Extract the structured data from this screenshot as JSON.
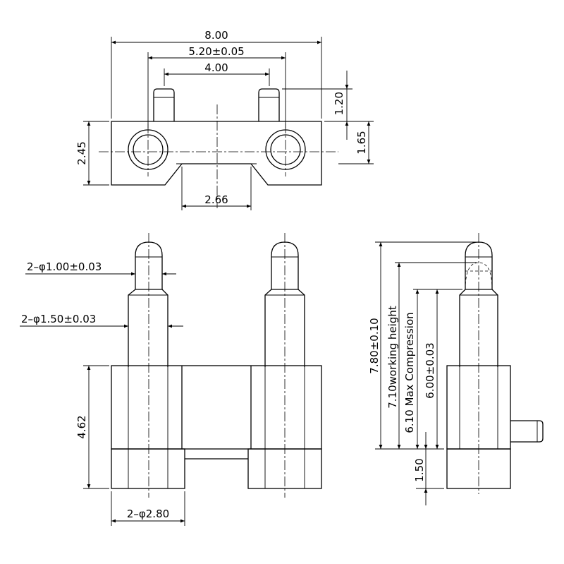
{
  "top_view": {
    "overall_width": "8.00",
    "pin_spacing": "5.20±0.05",
    "inner_spacing": "4.00",
    "pin_protrusion": "1.20",
    "body_height": "2.45",
    "center_height": "1.65",
    "slot_width": "2.66"
  },
  "front_view": {
    "tip_diameter": "2–φ1.00±0.03",
    "barrel_diameter": "2–φ1.50±0.03",
    "body_height": "4.62",
    "base_diameter": "2–φ2.80"
  },
  "side_view": {
    "total_height": "7.80±0.10",
    "working_height": "7.10working height",
    "max_compression": "6.10  Max Compression",
    "barrel_height": "6.00±0.03",
    "base_height": "1.50"
  },
  "colors": {
    "line": "#000000",
    "background": "#ffffff"
  }
}
